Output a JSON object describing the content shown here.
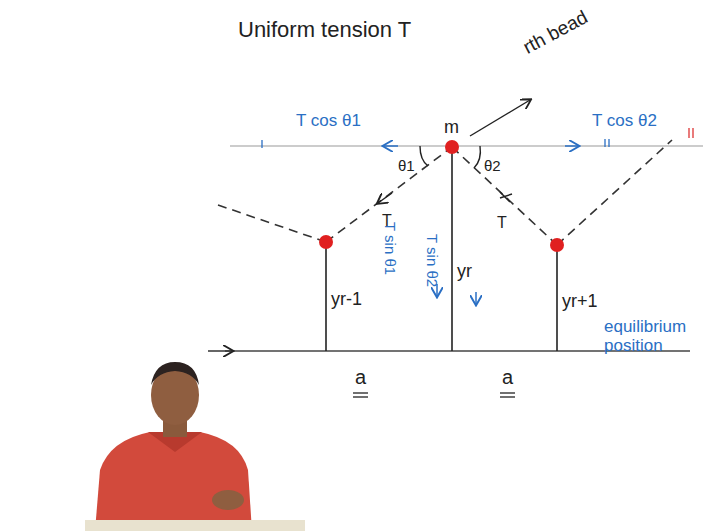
{
  "diagram": {
    "labels": [
      "Uniform tension T",
      "rth bead",
      "m",
      "T cos θ1",
      "T cos θ2",
      "θ1",
      "θ2",
      "T",
      "T",
      "T sin θ1",
      "T sin θ2",
      "yr",
      "yr-1",
      "yr+1",
      "a",
      "a",
      "equilibrium position"
    ]
  }
}
